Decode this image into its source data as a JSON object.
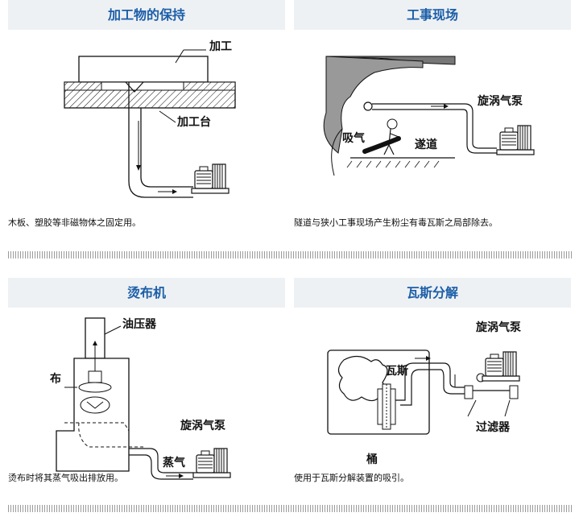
{
  "panels": [
    {
      "title": "加工物的保持",
      "caption": "木板、塑胶等非磁物体之固定用。",
      "labels": [
        "加工",
        "加工台"
      ]
    },
    {
      "title": "工事现场",
      "caption": "隧道与狭小工事现场产生粉尘有毒瓦斯之局部除去。",
      "labels": [
        "旋涡气泵",
        "吸气",
        "遂道"
      ]
    },
    {
      "title": "烫布机",
      "caption": "烫布时将其蒸气吸出排放用。",
      "labels": [
        "油压器",
        "布",
        "旋涡气泵",
        "蒸气"
      ]
    },
    {
      "title": "瓦斯分解",
      "caption": "使用于瓦斯分解装置的吸引。",
      "labels": [
        "旋涡气泵",
        "瓦斯",
        "过滤器",
        "桶"
      ]
    }
  ]
}
